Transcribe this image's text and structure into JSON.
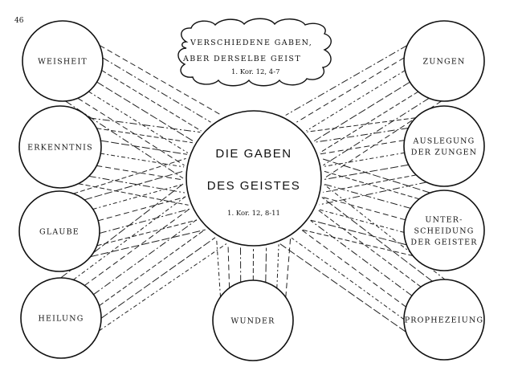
{
  "page_number": "46",
  "cloud": {
    "line1": "VERSCHIEDENE GABEN,",
    "line2": "ABER DERSELBE GEIST",
    "reference": "1. Kor. 12, 4-7"
  },
  "center": {
    "line1": "DIE GABEN",
    "line2": "DES GEISTES",
    "reference": "1. Kor. 12, 8-11"
  },
  "gifts": [
    {
      "id": "weisheit",
      "lines": [
        "WEISHEIT"
      ]
    },
    {
      "id": "erkenntnis",
      "lines": [
        "ERKENNTNIS"
      ]
    },
    {
      "id": "glaube",
      "lines": [
        "GLAUBE"
      ]
    },
    {
      "id": "heilung",
      "lines": [
        "HEILUNG"
      ]
    },
    {
      "id": "wunder",
      "lines": [
        "WUNDER"
      ]
    },
    {
      "id": "zungen",
      "lines": [
        "ZUNGEN"
      ]
    },
    {
      "id": "auslegung",
      "lines": [
        "AUSLEGUNG",
        "DER ZUNGEN"
      ]
    },
    {
      "id": "unterscheidung",
      "lines": [
        "UNTER-",
        "SCHEIDUNG",
        "DER GEISTER"
      ]
    },
    {
      "id": "prophezeiung",
      "lines": [
        "PROPHEZEIUNG"
      ]
    }
  ]
}
